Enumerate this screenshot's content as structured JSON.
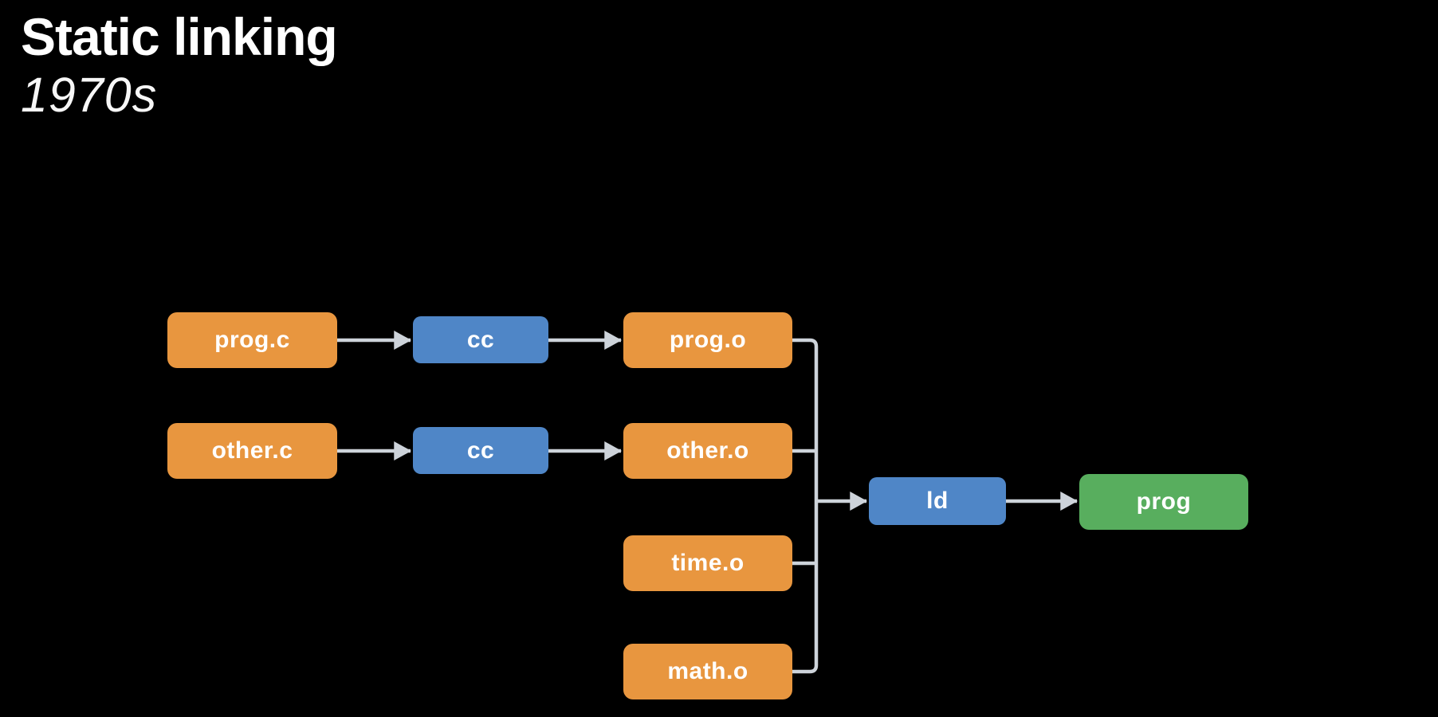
{
  "header": {
    "title": "Static linking",
    "subtitle": "1970s"
  },
  "colors": {
    "background": "#000000",
    "source_box": "#E8963F",
    "object_box": "#E8963F",
    "tool_box": "#4F86C7",
    "output_box": "#58AE5E",
    "connector": "#CDD3DA",
    "text": "#FFFFFF"
  },
  "diagram": {
    "nodes": {
      "prog_c": {
        "label": "prog.c",
        "type": "source-file"
      },
      "cc_1": {
        "label": "cc",
        "type": "compiler"
      },
      "prog_o": {
        "label": "prog.o",
        "type": "object-file"
      },
      "other_c": {
        "label": "other.c",
        "type": "source-file"
      },
      "cc_2": {
        "label": "cc",
        "type": "compiler"
      },
      "other_o": {
        "label": "other.o",
        "type": "object-file"
      },
      "time_o": {
        "label": "time.o",
        "type": "object-file"
      },
      "math_o": {
        "label": "math.o",
        "type": "object-file"
      },
      "ld": {
        "label": "ld",
        "type": "linker"
      },
      "prog": {
        "label": "prog",
        "type": "executable"
      }
    },
    "edges": [
      {
        "from": "prog.c",
        "to": "cc"
      },
      {
        "from": "cc",
        "to": "prog.o"
      },
      {
        "from": "other.c",
        "to": "cc"
      },
      {
        "from": "cc",
        "to": "other.o"
      },
      {
        "from": "prog.o",
        "to": "ld"
      },
      {
        "from": "other.o",
        "to": "ld"
      },
      {
        "from": "time.o",
        "to": "ld"
      },
      {
        "from": "math.o",
        "to": "ld"
      },
      {
        "from": "ld",
        "to": "prog"
      }
    ]
  }
}
